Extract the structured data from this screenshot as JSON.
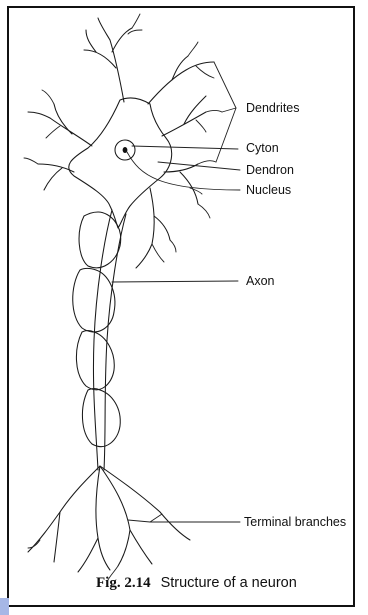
{
  "figure": {
    "labels": {
      "dendrites": "Dendrites",
      "cyton": "Cyton",
      "dendron": "Dendron",
      "nucleus": "Nucleus",
      "axon": "Axon",
      "terminal_branches": "Terminal branches"
    },
    "caption": {
      "number": "Fig. 2.14",
      "text": "Structure of a neuron"
    }
  }
}
